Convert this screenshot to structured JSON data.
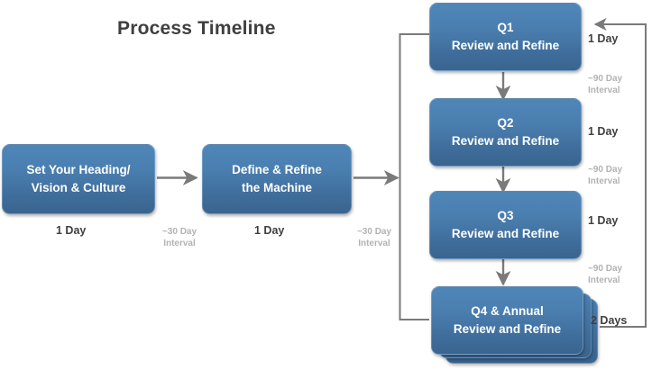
{
  "title": "Process Timeline",
  "colors": {
    "box_fill_top": "#4f86b8",
    "box_fill_bottom": "#3a648f",
    "box_text": "#ffffff",
    "title_text": "#3f3f3f",
    "day_label_text": "#404040",
    "interval_text": "#b3b3b3",
    "connector": "#7a7a7a"
  },
  "linear_steps": [
    {
      "id": "set-heading",
      "line1": "Set Your Heading/",
      "line2": "Vision & Culture",
      "duration": "1 Day"
    },
    {
      "id": "define-refine-machine",
      "line1": "Define & Refine",
      "line2": "the Machine",
      "duration": "1 Day"
    }
  ],
  "linear_intervals": [
    {
      "line1": "~30 Day",
      "line2": "Interval"
    },
    {
      "line1": "~30 Day",
      "line2": "Interval"
    }
  ],
  "quarter_steps": [
    {
      "id": "q1",
      "line1": "Q1",
      "line2": "Review and Refine",
      "duration": "1 Day",
      "stacked": false
    },
    {
      "id": "q2",
      "line1": "Q2",
      "line2": "Review and Refine",
      "duration": "1 Day",
      "stacked": false
    },
    {
      "id": "q3",
      "line1": "Q3",
      "line2": "Review and Refine",
      "duration": "1 Day",
      "stacked": false
    },
    {
      "id": "q4",
      "line1": "Q4 & Annual",
      "line2": "Review and Refine",
      "duration": "2 Days",
      "stacked": true
    }
  ],
  "quarter_intervals": [
    {
      "line1": "~90 Day",
      "line2": "Interval"
    },
    {
      "line1": "~90 Day",
      "line2": "Interval"
    },
    {
      "line1": "~90 Day",
      "line2": "Interval"
    }
  ]
}
